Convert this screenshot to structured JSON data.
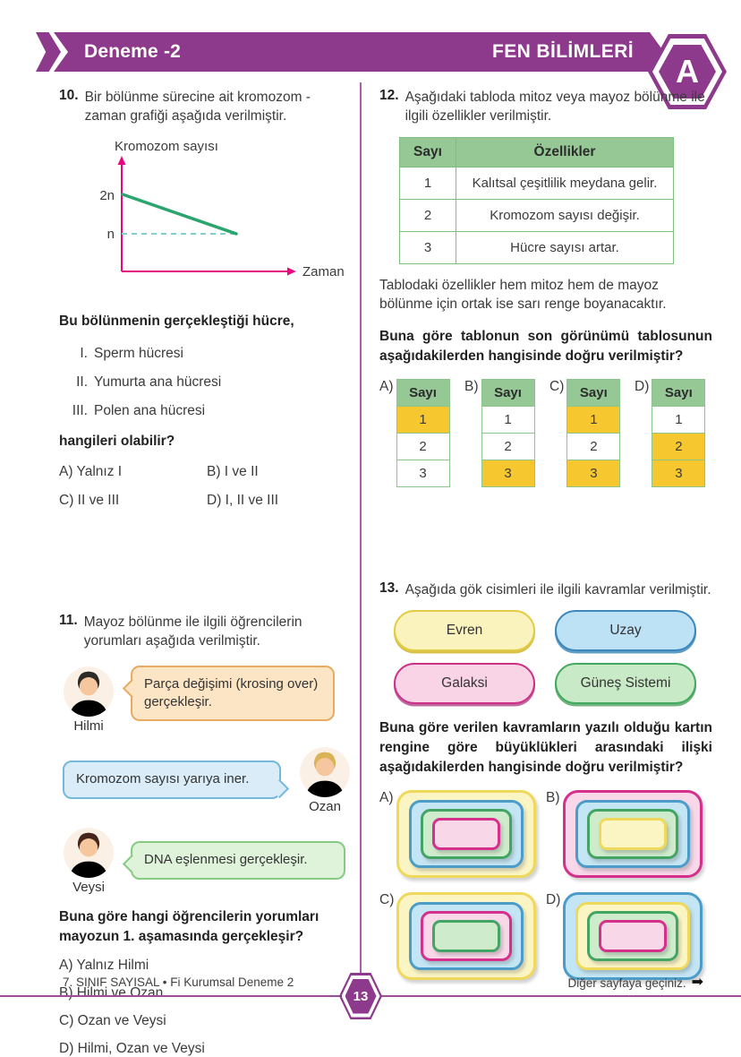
{
  "header": {
    "test_title": "Deneme -2",
    "subject_title": "FEN BİLİMLERİ",
    "booklet_letter": "A"
  },
  "q10": {
    "number": "10.",
    "intro": "Bir bölünme sürecine ait kromozom - zaman grafiği aşağıda verilmiştir.",
    "chart_data": {
      "type": "line",
      "title": "",
      "ylabel": "Kromozom sayısı",
      "xlabel": "Zaman",
      "yticks": [
        "2n",
        "n"
      ],
      "series": [
        {
          "name": "kromozom sayısı",
          "points": [
            {
              "x": "başlangıç",
              "y": "2n"
            },
            {
              "x": "son",
              "y": "n"
            }
          ]
        }
      ],
      "annotations": [
        "n seviyesinde kesikli kılavuz çizgi"
      ],
      "axis_color": "#e5097f",
      "line_color": "#2ba56e"
    },
    "stem_bold": "Bu bölünmenin gerçekleştiği hücre,",
    "items": [
      {
        "num": "I.",
        "text": "Sperm hücresi"
      },
      {
        "num": "II.",
        "text": "Yumurta ana hücresi"
      },
      {
        "num": "III.",
        "text": "Polen ana hücresi"
      }
    ],
    "question_bold": "hangileri olabilir?",
    "options": [
      "A) Yalnız I",
      "B) I ve II",
      "C) II ve III",
      "D) I, II ve III"
    ]
  },
  "q11": {
    "number": "11.",
    "intro": "Mayoz bölünme ile ilgili öğrencilerin yorumları aşağıda verilmiştir.",
    "students": [
      {
        "name": "Hilmi",
        "quote": "Parça değişimi (krosing over) gerçekleşir.",
        "bubble": "peach",
        "hair": "black",
        "shirt": "yellow"
      },
      {
        "name": "Ozan",
        "quote": "Kromozom sayısı yarıya iner.",
        "bubble": "blue",
        "hair": "blond",
        "shirt": "green"
      },
      {
        "name": "Veysi",
        "quote": "DNA eşlenmesi gerçekleşir.",
        "bubble": "green",
        "hair": "brown",
        "shirt": "red"
      }
    ],
    "question_bold": "Buna göre hangi öğrencilerin yorumları mayozun 1. aşamasında gerçekleşir?",
    "options": [
      "A) Yalnız Hilmi",
      "B) Hilmi ve Ozan",
      "C) Ozan ve Veysi",
      "D) Hilmi, Ozan ve Veysi"
    ]
  },
  "q12": {
    "number": "12.",
    "intro": "Aşağıdaki tabloda mitoz veya mayoz bölünme ile ilgili özellikler verilmiştir.",
    "table": {
      "headers": [
        "Sayı",
        "Özellikler"
      ],
      "rows": [
        {
          "num": "1",
          "desc": "Kalıtsal çeşitlilik meydana gelir."
        },
        {
          "num": "2",
          "desc": "Kromozom sayısı değişir."
        },
        {
          "num": "3",
          "desc": "Hücre sayısı artar."
        }
      ]
    },
    "note": "Tablodaki özellikler hem mitoz hem de mayoz bölünme için ortak ise sarı renge boyanacaktır.",
    "question_bold": "Buna göre tablonun son görünümü tablosunun aşağıdakilerden hangisinde doğru verilmiştir?",
    "highlight_color": "#f7c72f",
    "options": [
      {
        "label": "A)",
        "header": "Sayı",
        "cells": [
          {
            "v": "1",
            "hl": "true"
          },
          {
            "v": "2",
            "hl": "false"
          },
          {
            "v": "3",
            "hl": "false"
          }
        ]
      },
      {
        "label": "B)",
        "header": "Sayı",
        "cells": [
          {
            "v": "1",
            "hl": "false"
          },
          {
            "v": "2",
            "hl": "false"
          },
          {
            "v": "3",
            "hl": "true"
          }
        ]
      },
      {
        "label": "C)",
        "header": "Sayı",
        "cells": [
          {
            "v": "1",
            "hl": "true"
          },
          {
            "v": "2",
            "hl": "false"
          },
          {
            "v": "3",
            "hl": "true"
          }
        ]
      },
      {
        "label": "D)",
        "header": "Sayı",
        "cells": [
          {
            "v": "1",
            "hl": "false"
          },
          {
            "v": "2",
            "hl": "true"
          },
          {
            "v": "3",
            "hl": "true"
          }
        ]
      }
    ]
  },
  "q13": {
    "number": "13.",
    "intro": "Aşağıda gök cisimleri ile ilgili kavramlar verilmiştir.",
    "cards": [
      {
        "label": "Evren",
        "color": "yellow"
      },
      {
        "label": "Uzay",
        "color": "blue"
      },
      {
        "label": "Galaksi",
        "color": "pink"
      },
      {
        "label": "Güneş Sistemi",
        "color": "green"
      }
    ],
    "question_bold": "Buna göre verilen kavramların yazılı olduğu kartın rengine göre büyüklükleri arasındaki ilişki aşağıdakilerden hangisinde doğru verilmiştir?",
    "options": [
      {
        "label": "A)",
        "nesting": [
          "yellow",
          "blue",
          "green",
          "pink"
        ]
      },
      {
        "label": "B)",
        "nesting": [
          "pink",
          "blue",
          "green",
          "yellow"
        ]
      },
      {
        "label": "C)",
        "nesting": [
          "yellow",
          "blue",
          "pink",
          "green"
        ]
      },
      {
        "label": "D)",
        "nesting": [
          "blue",
          "yellow",
          "green",
          "pink"
        ]
      }
    ]
  },
  "footer": {
    "left": "7. SINIF SAYISAL • Fi Kurumsal Deneme 2",
    "page": "13",
    "right": "Diğer sayfaya geçiniz.",
    "arrow": "➡"
  },
  "colors": {
    "accent_purple": "#8e3a8c",
    "table_green": "#96c896",
    "highlight_yellow": "#f7c72f",
    "axis_magenta": "#e5097f",
    "series_green": "#2ba56e"
  }
}
